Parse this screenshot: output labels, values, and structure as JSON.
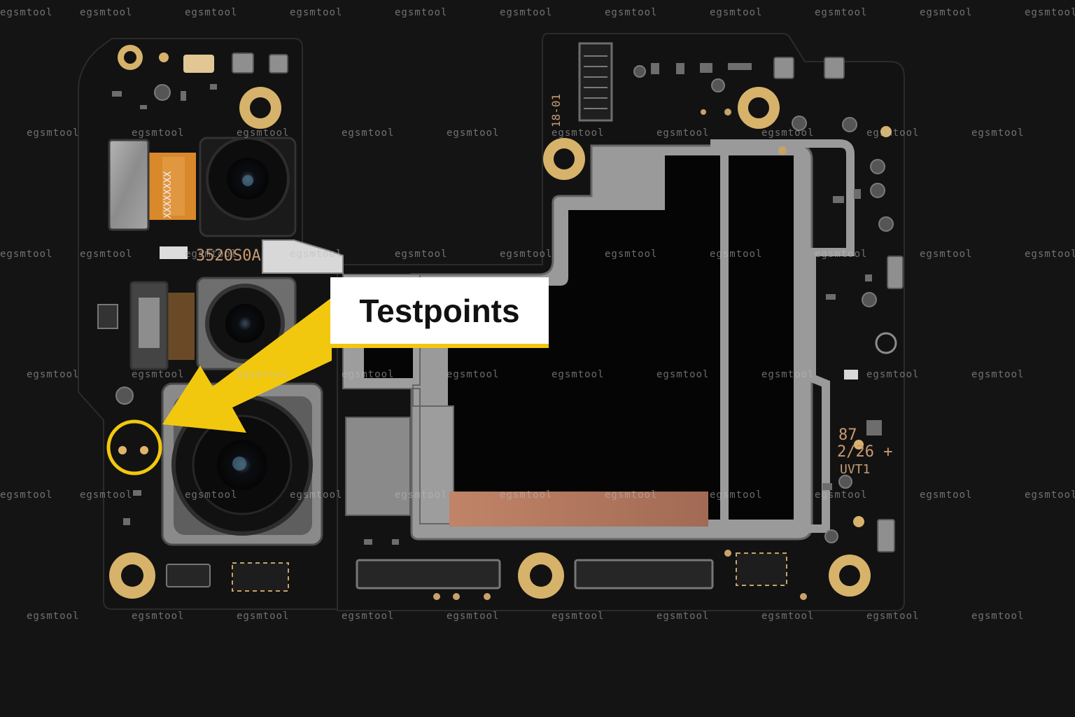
{
  "watermark": "egsmtool",
  "callout": {
    "label": "Testpoints",
    "arrow_color": "#f2c80f",
    "circle_color": "#f2c80f"
  },
  "board_markings": {
    "top_left_code": "352OS0A",
    "vertical_code": "18-01",
    "right_line1": "87",
    "right_line2": "2/26 +",
    "right_line3": "UVT1",
    "flex_text": "XXXXXXXX"
  },
  "colors": {
    "background": "#141414",
    "board": "#121212",
    "pad_gold": "#d7b26a",
    "shield_silver": "#8e8e8e",
    "copper": "#b7785e"
  }
}
